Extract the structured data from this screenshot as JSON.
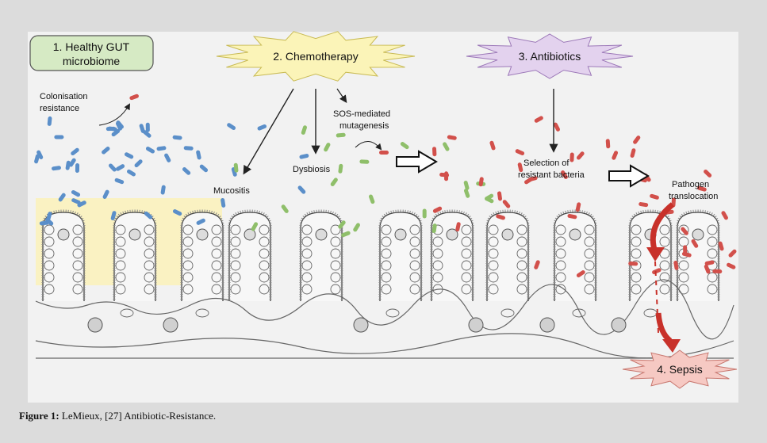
{
  "stage1": {
    "line1": "1. Healthy GUT",
    "line2": "microbiome"
  },
  "stage2": {
    "label": "2. Chemotherapy"
  },
  "stage3": {
    "label": "3. Antibiotics"
  },
  "stage4": {
    "label": "4. Sepsis"
  },
  "annotations": {
    "colonisation_line1": "Colonisation",
    "colonisation_line2": "resistance",
    "sos_line1": "SOS-mediated",
    "sos_line2": "mutagenesis",
    "mucositis": "Mucositis",
    "dysbiosis": "Dysbiosis",
    "selection_line1": "Selection of",
    "selection_line2": "resistant bacteria",
    "pathogen_line1": "Pathogen",
    "pathogen_line2": "translocation"
  },
  "caption": {
    "prefix": "Figure 1:",
    "text": " LeMieux, [27] Antibiotic-Resistance."
  },
  "colors": {
    "healthy_box": "#d6eac4",
    "chemo_star": "#fbf4b8",
    "antibiotic_star": "#e3d2ee",
    "sepsis_star": "#f6c9c3",
    "bacteria_blue": "#5b8fc9",
    "bacteria_green": "#8fbf6a",
    "bacteria_red": "#d2504b",
    "arrow_red": "#c8312a"
  }
}
